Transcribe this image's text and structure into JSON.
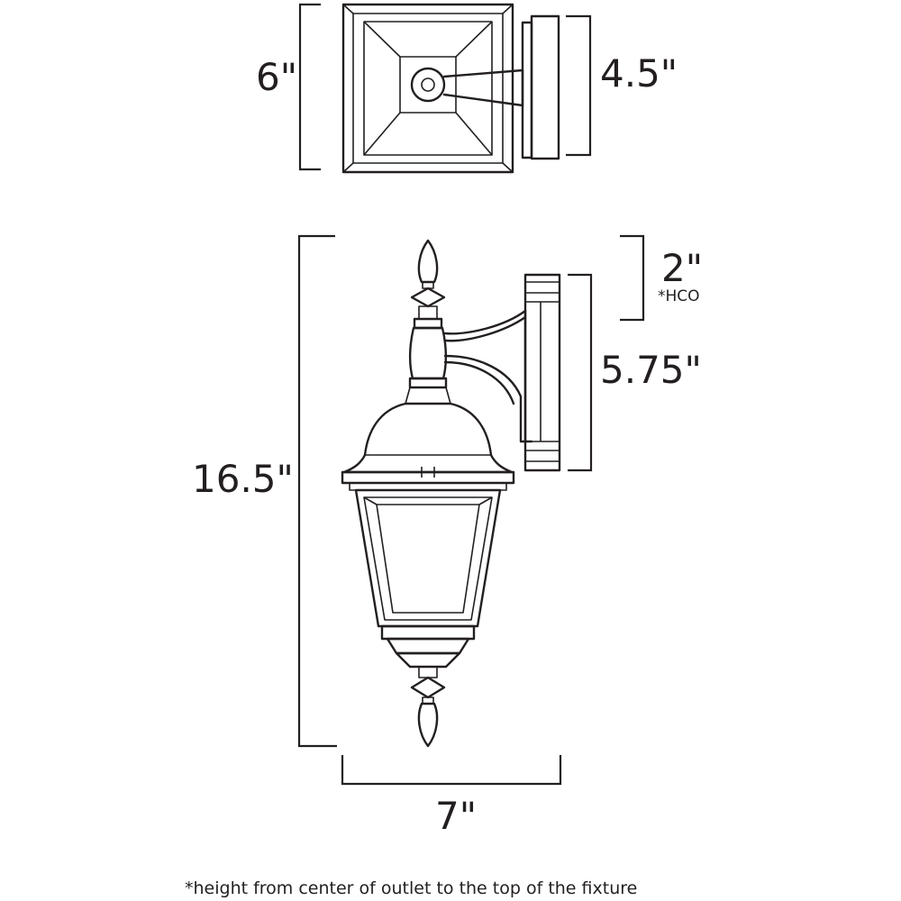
{
  "dimensions": {
    "top_depth": "6\"",
    "backplate_width": "4.5\"",
    "overall_height": "16.5\"",
    "hco": "2\"",
    "hco_label": "*HCO",
    "backplate_height": "5.75\"",
    "width": "7\""
  },
  "footnote": "*height from center of outlet to the top of the fixture"
}
